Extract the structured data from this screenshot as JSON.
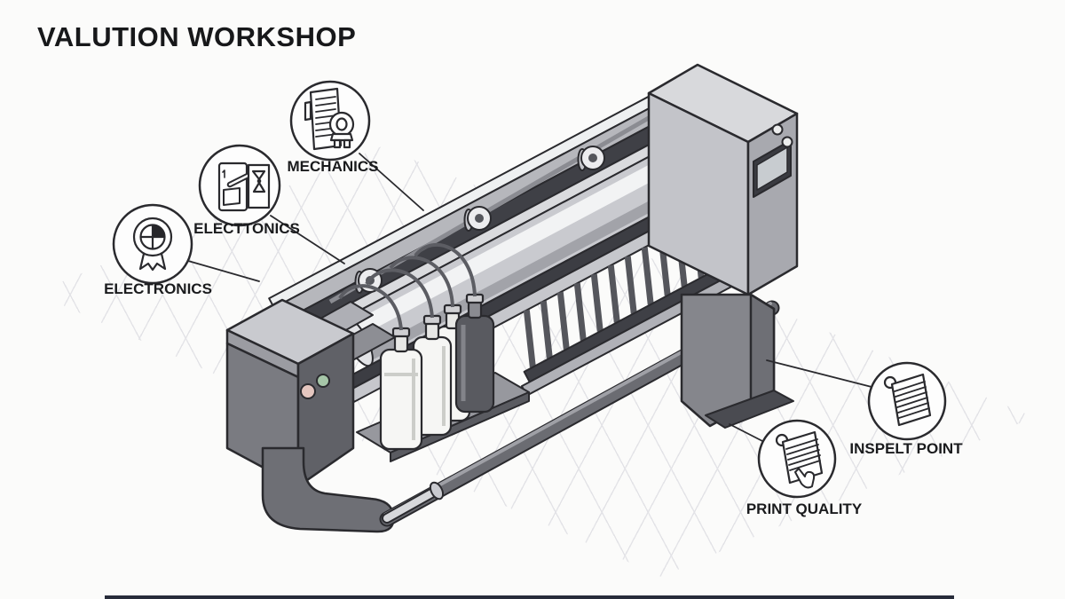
{
  "title": "VALUTION WORKSHOP",
  "callouts": [
    {
      "label": "MECHANICS",
      "icon": "document-motor-icon"
    },
    {
      "label": "ELECTTONICS",
      "icon": "panel-hourglass-icon"
    },
    {
      "label": "ELECTRONICS",
      "icon": "certificate-badge-icon"
    },
    {
      "label": "INSPELT POINT",
      "icon": "inspection-sheet-icon"
    },
    {
      "label": "PRINT QUALITY",
      "icon": "print-sample-hand-icon"
    }
  ],
  "machine": {
    "description": "isometric line-art large-format printer on a stand",
    "control_panel": {
      "screen": true,
      "round_buttons": 2
    },
    "left_cabinet_buttons": [
      "pink",
      "green"
    ],
    "ink_bottles": {
      "white": 3,
      "dark": 1
    },
    "conveyor_slats": 14
  },
  "colors": {
    "background": "#fbfbfa",
    "outline": "#2a2a2e",
    "machine_light": "#c9cacf",
    "machine_mid": "#8f9096",
    "machine_dark": "#3f4046",
    "grid_line": "#e3e3e7",
    "accent_bar": "#272c3a",
    "button_pink": "#e4c6bf",
    "button_green": "#a6c6a8"
  }
}
